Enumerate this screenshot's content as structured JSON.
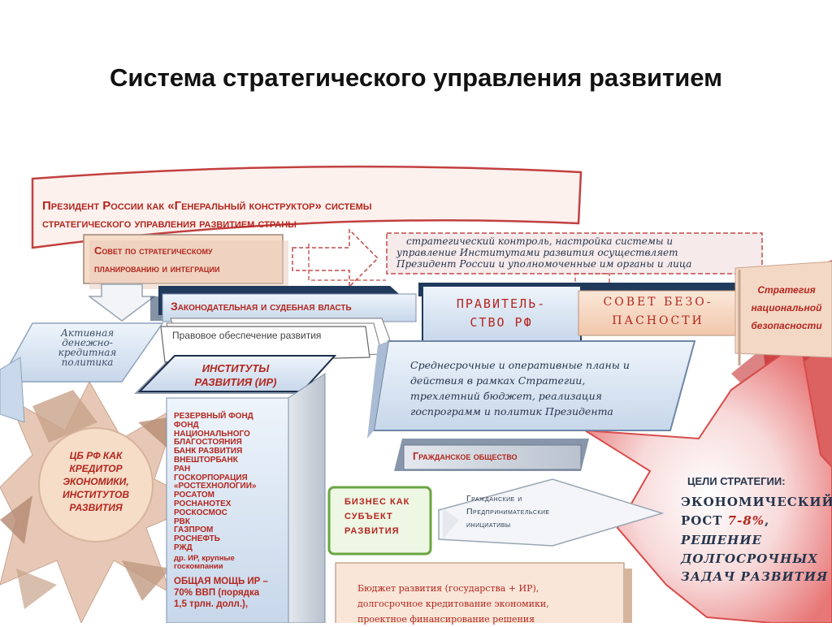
{
  "title": "Система стратегического управления развитием",
  "president_banner": {
    "line1": "Президент России как «Генеральный конструктор» системы",
    "line2": "стратегического управления развитием страны"
  },
  "council_planning": {
    "line1": "Совет по стратегическому",
    "line2": "планированию и интеграции"
  },
  "strategic_control": {
    "line1": "стратегический контроль, настройка системы и",
    "line2": "управление Институтами развития осуществляет",
    "line3": "Президент России и уполномоченные им органы и лица"
  },
  "legislative": "Законодательная и судебная власть",
  "legal_support": "Правовое обеспечение развития",
  "government": {
    "line1": "ПРАВИТЕЛЬ-",
    "line2": "СТВО РФ"
  },
  "security_council": {
    "line1": "СОВЕТ БЕЗО-",
    "line2": "ПАСНОСТИ"
  },
  "national_security_strategy": {
    "line1": "Стратегия",
    "line2": "национальной",
    "line3": "безопасности"
  },
  "monetary_policy": {
    "line1": "Активная",
    "line2": "денежно-",
    "line3": "кредитная",
    "line4": "политика"
  },
  "dev_institutions": {
    "line1": "ИНСТИТУТЫ",
    "line2": "РАЗВИТИЯ (ИР)"
  },
  "institutions_list": "РЕЗЕРВНЫЙ ФОНД\nФОНД\nНАЦИОНАЛЬНОГО\nБЛАГОСТОЯНИЯ\nБАНК РАЗВИТИЯ\nВНЕШТОРБАНК\nРАН\nГОСКОРПОРАЦИЯ\n«РОСТЕХНОЛОГИИ»\nРОСАТОМ\nРОСНАНОТЕХ\nРОСКОСМОС\nРВК\nГАЗПРОМ\nРОСНЕФТЬ\nРЖД",
  "institutions_other": "др. ИР, крупные\nгоскомпании",
  "institutions_power": "ОБЩАЯ МОЩЬ ИР –\n70% ВВП (порядка\n1,5 трлн. долл.),",
  "central_bank": "ЦБ РФ КАК\nКРЕДИТОР\nЭКОНОМИКИ,\nИНСТИТУТОВ\nРАЗВИТИЯ",
  "midterm_plans": "Среднесрочные и оперативные планы и\nдействия в рамках Стратегии,\nтрехлетний бюджет, реализация\nгоспрограмм и политик Президента",
  "civil_society": "Гражданское общество",
  "business": "БИЗНЕС КАК\nСУБЪЕКТ\nРАЗВИТИЯ",
  "initiatives": "Гражданские и\nПредпринимательские\nинициативы",
  "budget": "Бюджет развития (государства + ИР),\nдолгосрочное кредитование экономики,\nпроектное финансирование решения",
  "goals": {
    "header": "ЦЕЛИ СТРАТЕГИИ:",
    "line1": "ЭКОНОМИЧЕСКИЙ",
    "line2_a": "РОСТ ",
    "line2_b": "7-8%",
    "line2_c": ",",
    "line3": "РЕШЕНИЕ",
    "line4": "ДОЛГОСРОЧНЫХ",
    "line5": "ЗАДАЧ РАЗВИТИЯ"
  },
  "colors": {
    "accent_red": "#b3261e",
    "blue_box": "#dbe6f3",
    "dark_navy": "#203a5c",
    "peach": "#f6d8c4"
  }
}
